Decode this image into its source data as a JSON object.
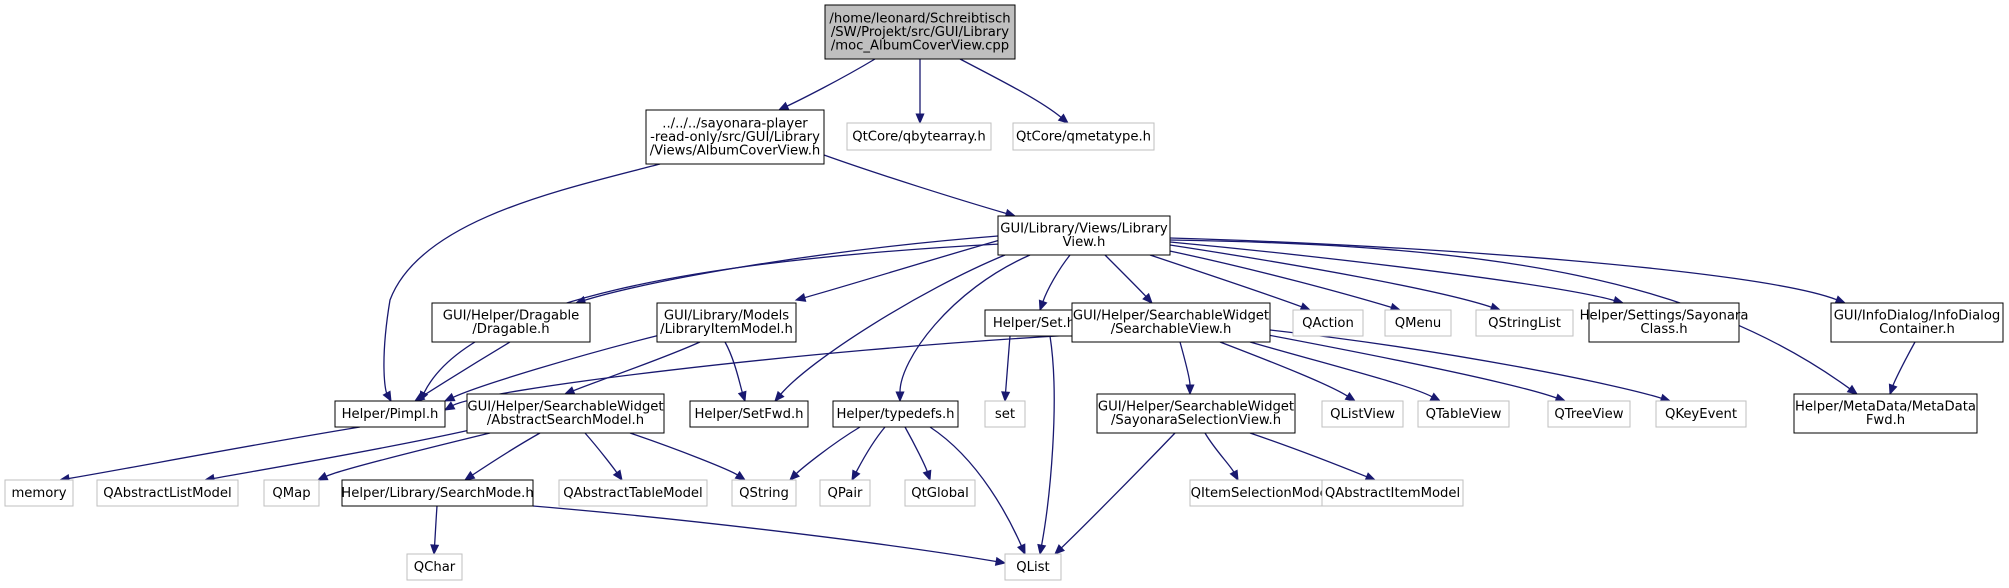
{
  "diagram": {
    "colors": {
      "edge": "#191970",
      "root_fill": "#bfbfbf",
      "node_border": "#000000",
      "external_border": "#bfbfbf",
      "background": "#ffffff"
    },
    "nodes": [
      {
        "id": "root",
        "lines": [
          "/home/leonard/Schreibtisch",
          "/SW/Projekt/src/GUI/Library",
          "/moc_AlbumCoverView.cpp"
        ],
        "kind": "root"
      },
      {
        "id": "albumcoverview",
        "lines": [
          "../../../sayonara-player",
          "-read-only/src/GUI/Library",
          "/Views/AlbumCoverView.h"
        ],
        "kind": "local"
      },
      {
        "id": "qbytearray",
        "lines": [
          "QtCore/qbytearray.h"
        ],
        "kind": "external"
      },
      {
        "id": "qmetatype",
        "lines": [
          "QtCore/qmetatype.h"
        ],
        "kind": "external"
      },
      {
        "id": "libraryview",
        "lines": [
          "GUI/Library/Views/Library",
          "View.h"
        ],
        "kind": "local"
      },
      {
        "id": "dragable",
        "lines": [
          "GUI/Helper/Dragable",
          "/Dragable.h"
        ],
        "kind": "local"
      },
      {
        "id": "libraryitemmodel",
        "lines": [
          "GUI/Library/Models",
          "/LibraryItemModel.h"
        ],
        "kind": "local"
      },
      {
        "id": "set_h",
        "lines": [
          "Helper/Set.h"
        ],
        "kind": "local"
      },
      {
        "id": "searchableview",
        "lines": [
          "GUI/Helper/SearchableWidget",
          "/SearchableView.h"
        ],
        "kind": "local"
      },
      {
        "id": "qaction",
        "lines": [
          "QAction"
        ],
        "kind": "external"
      },
      {
        "id": "qmenu",
        "lines": [
          "QMenu"
        ],
        "kind": "external"
      },
      {
        "id": "qstringlist",
        "lines": [
          "QStringList"
        ],
        "kind": "external"
      },
      {
        "id": "sayonaraclass",
        "lines": [
          "Helper/Settings/Sayonara",
          "Class.h"
        ],
        "kind": "local"
      },
      {
        "id": "infodialog",
        "lines": [
          "GUI/InfoDialog/InfoDialog",
          "Container.h"
        ],
        "kind": "local"
      },
      {
        "id": "pimpl",
        "lines": [
          "Helper/Pimpl.h"
        ],
        "kind": "local"
      },
      {
        "id": "abstractsearchmodel",
        "lines": [
          "GUI/Helper/SearchableWidget",
          "/AbstractSearchModel.h"
        ],
        "kind": "local"
      },
      {
        "id": "setfwd",
        "lines": [
          "Helper/SetFwd.h"
        ],
        "kind": "local"
      },
      {
        "id": "typedefs",
        "lines": [
          "Helper/typedefs.h"
        ],
        "kind": "local"
      },
      {
        "id": "set",
        "lines": [
          "set"
        ],
        "kind": "external"
      },
      {
        "id": "sayonaraselectionview",
        "lines": [
          "GUI/Helper/SearchableWidget",
          "/SayonaraSelectionView.h"
        ],
        "kind": "local"
      },
      {
        "id": "qlistview",
        "lines": [
          "QListView"
        ],
        "kind": "external"
      },
      {
        "id": "qtableview",
        "lines": [
          "QTableView"
        ],
        "kind": "external"
      },
      {
        "id": "qtreeview",
        "lines": [
          "QTreeView"
        ],
        "kind": "external"
      },
      {
        "id": "qkeyevent",
        "lines": [
          "QKeyEvent"
        ],
        "kind": "external"
      },
      {
        "id": "metadatafwd",
        "lines": [
          "Helper/MetaData/MetaData",
          "Fwd.h"
        ],
        "kind": "local"
      },
      {
        "id": "memory",
        "lines": [
          "memory"
        ],
        "kind": "external"
      },
      {
        "id": "qabstractlistmodel",
        "lines": [
          "QAbstractListModel"
        ],
        "kind": "external"
      },
      {
        "id": "qmap",
        "lines": [
          "QMap"
        ],
        "kind": "external"
      },
      {
        "id": "searchmode",
        "lines": [
          "Helper/Library/SearchMode.h"
        ],
        "kind": "local"
      },
      {
        "id": "qabstracttablemodel",
        "lines": [
          "QAbstractTableModel"
        ],
        "kind": "external"
      },
      {
        "id": "qstring",
        "lines": [
          "QString"
        ],
        "kind": "external"
      },
      {
        "id": "qpair",
        "lines": [
          "QPair"
        ],
        "kind": "external"
      },
      {
        "id": "qtglobal",
        "lines": [
          "QtGlobal"
        ],
        "kind": "external"
      },
      {
        "id": "qitemselectionmodel",
        "lines": [
          "QItemSelectionModel"
        ],
        "kind": "external"
      },
      {
        "id": "qabstractitemmodel",
        "lines": [
          "QAbstractItemModel"
        ],
        "kind": "external"
      },
      {
        "id": "qchar",
        "lines": [
          "QChar"
        ],
        "kind": "external"
      },
      {
        "id": "qlist",
        "lines": [
          "QList"
        ],
        "kind": "external"
      }
    ],
    "edges": [
      [
        "root",
        "albumcoverview"
      ],
      [
        "root",
        "qbytearray"
      ],
      [
        "root",
        "qmetatype"
      ],
      [
        "albumcoverview",
        "libraryview"
      ],
      [
        "albumcoverview",
        "pimpl"
      ],
      [
        "libraryview",
        "dragable"
      ],
      [
        "libraryview",
        "libraryitemmodel"
      ],
      [
        "libraryview",
        "set_h"
      ],
      [
        "libraryview",
        "searchableview"
      ],
      [
        "libraryview",
        "qaction"
      ],
      [
        "libraryview",
        "qmenu"
      ],
      [
        "libraryview",
        "qstringlist"
      ],
      [
        "libraryview",
        "sayonaraclass"
      ],
      [
        "libraryview",
        "infodialog"
      ],
      [
        "libraryview",
        "pimpl"
      ],
      [
        "libraryview",
        "setfwd"
      ],
      [
        "libraryview",
        "typedefs"
      ],
      [
        "libraryview",
        "metadatafwd"
      ],
      [
        "dragable",
        "pimpl"
      ],
      [
        "libraryitemmodel",
        "pimpl"
      ],
      [
        "libraryitemmodel",
        "abstractsearchmodel"
      ],
      [
        "libraryitemmodel",
        "setfwd"
      ],
      [
        "set_h",
        "set"
      ],
      [
        "set_h",
        "qlist"
      ],
      [
        "searchableview",
        "pimpl"
      ],
      [
        "searchableview",
        "sayonaraselectionview"
      ],
      [
        "searchableview",
        "qlistview"
      ],
      [
        "searchableview",
        "qtableview"
      ],
      [
        "searchableview",
        "qtreeview"
      ],
      [
        "searchableview",
        "qkeyevent"
      ],
      [
        "infodialog",
        "metadatafwd"
      ],
      [
        "pimpl",
        "memory"
      ],
      [
        "abstractsearchmodel",
        "qabstractlistmodel"
      ],
      [
        "abstractsearchmodel",
        "qmap"
      ],
      [
        "abstractsearchmodel",
        "searchmode"
      ],
      [
        "abstractsearchmodel",
        "qabstracttablemodel"
      ],
      [
        "abstractsearchmodel",
        "qstring"
      ],
      [
        "typedefs",
        "qstring"
      ],
      [
        "typedefs",
        "qpair"
      ],
      [
        "typedefs",
        "qtglobal"
      ],
      [
        "typedefs",
        "qlist"
      ],
      [
        "sayonaraselectionview",
        "qitemselectionmodel"
      ],
      [
        "sayonaraselectionview",
        "qabstractitemmodel"
      ],
      [
        "sayonaraselectionview",
        "qlist"
      ],
      [
        "searchmode",
        "qchar"
      ],
      [
        "searchmode",
        "qlist"
      ]
    ]
  }
}
